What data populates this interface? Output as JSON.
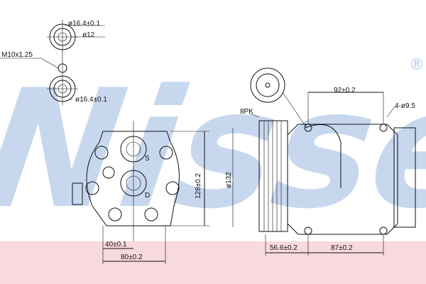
{
  "watermark": {
    "brand": "Nissens",
    "registered": "®",
    "color": "#c7d8ee"
  },
  "band_color": "#f7d9de",
  "dimensions": {
    "fitting_outer_top": "ø16.4±0.1",
    "fitting_inner": "ø12",
    "thread": "M10x1.25",
    "fitting_outer_bottom": "ø16.4±0.1",
    "height": "128±0.2",
    "offset": "40±0.1",
    "width": "80±0.2",
    "pulley_diameter": "ø132",
    "belt": "8PK",
    "mount_spacing_top": "92±0.2",
    "mount_holes": "4-ø9.5",
    "pulley_offset": "56.6±0.2",
    "mount_spacing_bottom": "87±0.2"
  },
  "port_labels": {
    "suction": "S",
    "discharge": "D"
  }
}
